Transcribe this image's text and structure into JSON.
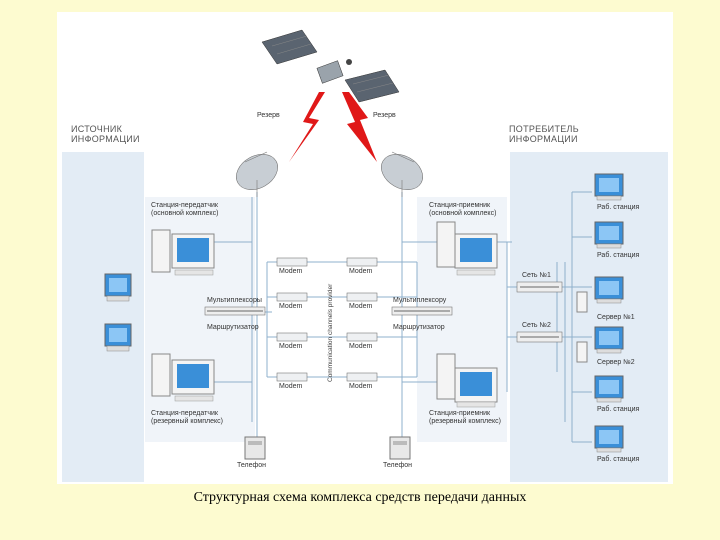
{
  "diagram": {
    "source_title": "ИСТОЧНИК\nИНФОРМАЦИИ",
    "consumer_title": "ПОТРЕБИТЕЛЬ\nИНФОРМАЦИИ",
    "reserve_left": "Резерв",
    "reserve_right": "Резерв",
    "tx_main": "Станция-передатчик\n(основной комплекс)",
    "tx_reserve": "Станция-передатчик\n(резервный комплекс)",
    "rx_main": "Станция-приемник\n(основной комплекс)",
    "rx_reserve": "Станция-приемник\n(резервный комплекс)",
    "mux_left": "Мультиплексоры",
    "router_left": "Маршрутизатор",
    "mux_right": "Мультиплексору",
    "router_right": "Маршрутизатор",
    "modem": "Modem",
    "provider": "Communication channels provider",
    "phone_left": "Телефон",
    "phone_right": "Телефон",
    "net1": "Сеть №1",
    "net2": "Сеть №2",
    "workstation": "Раб. станция",
    "server1": "Сервер №1",
    "server2": "Сервер №2"
  },
  "caption": "Структурная схема комплекса средств передачи данных",
  "colors": {
    "lightning": "#e01818",
    "band": "#e3ecf5",
    "line": "#8fb0cc",
    "slide_bg": "#fdfbd0"
  }
}
